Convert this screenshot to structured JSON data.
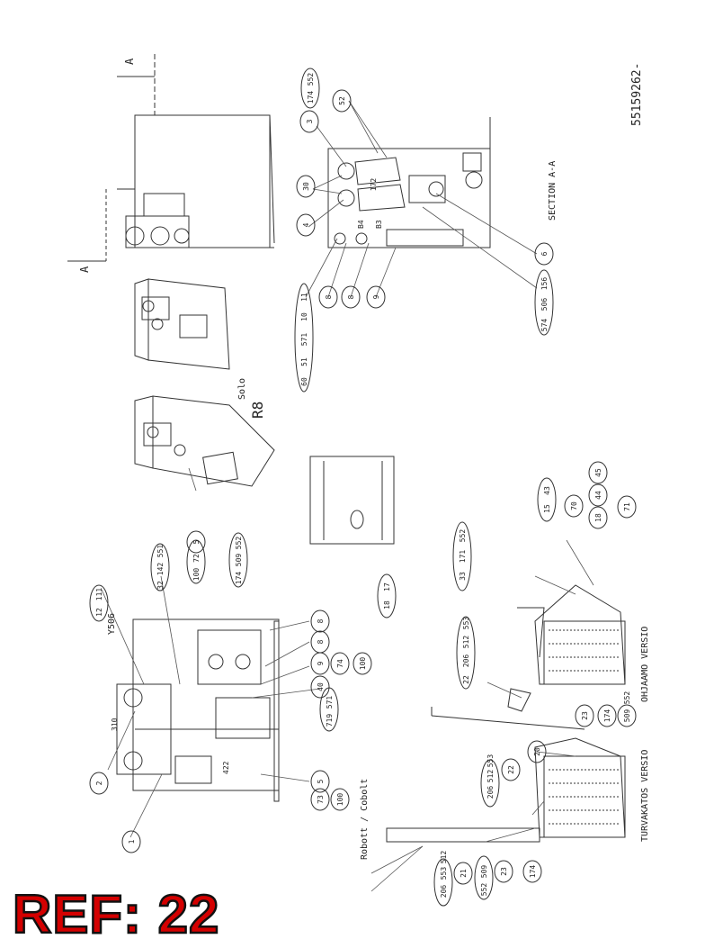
{
  "ref_label": "REF: 22",
  "drawing_number": "55159262-",
  "section_label": "SECTION A-A",
  "section_marker": "A",
  "solo_label": "Solo",
  "r8_label": "R8",
  "robot_label": "Robott / Cobolt",
  "turvakatos_label": "TURVAKATOS VERSIO",
  "ohjaamo_label": "OHJAAMO VERSIO",
  "y506_label": "Y506",
  "label_310": "310",
  "label_422": "422",
  "label_b4": "B4",
  "label_b3": "B3",
  "balloons": [
    "552",
    "174",
    "3",
    "52",
    "30",
    "172",
    "4",
    "11",
    "10",
    "571",
    "51",
    "60",
    "8",
    "8",
    "9",
    "6",
    "156",
    "506",
    "574",
    "551",
    "142",
    "32",
    "111",
    "12",
    "2",
    "1",
    "5",
    "73",
    "100",
    "552",
    "509",
    "174",
    "8",
    "8",
    "9",
    "74",
    "100",
    "40",
    "571",
    "719",
    "5",
    "72",
    "100",
    "17",
    "18",
    "45",
    "44",
    "18",
    "70",
    "43",
    "15",
    "71",
    "552",
    "171",
    "33",
    "553",
    "512",
    "206",
    "22",
    "23",
    "174",
    "509",
    "552",
    "20",
    "22",
    "206",
    "512",
    "553",
    "21",
    "206",
    "553",
    "512",
    "23",
    "174",
    "509",
    "552"
  ]
}
